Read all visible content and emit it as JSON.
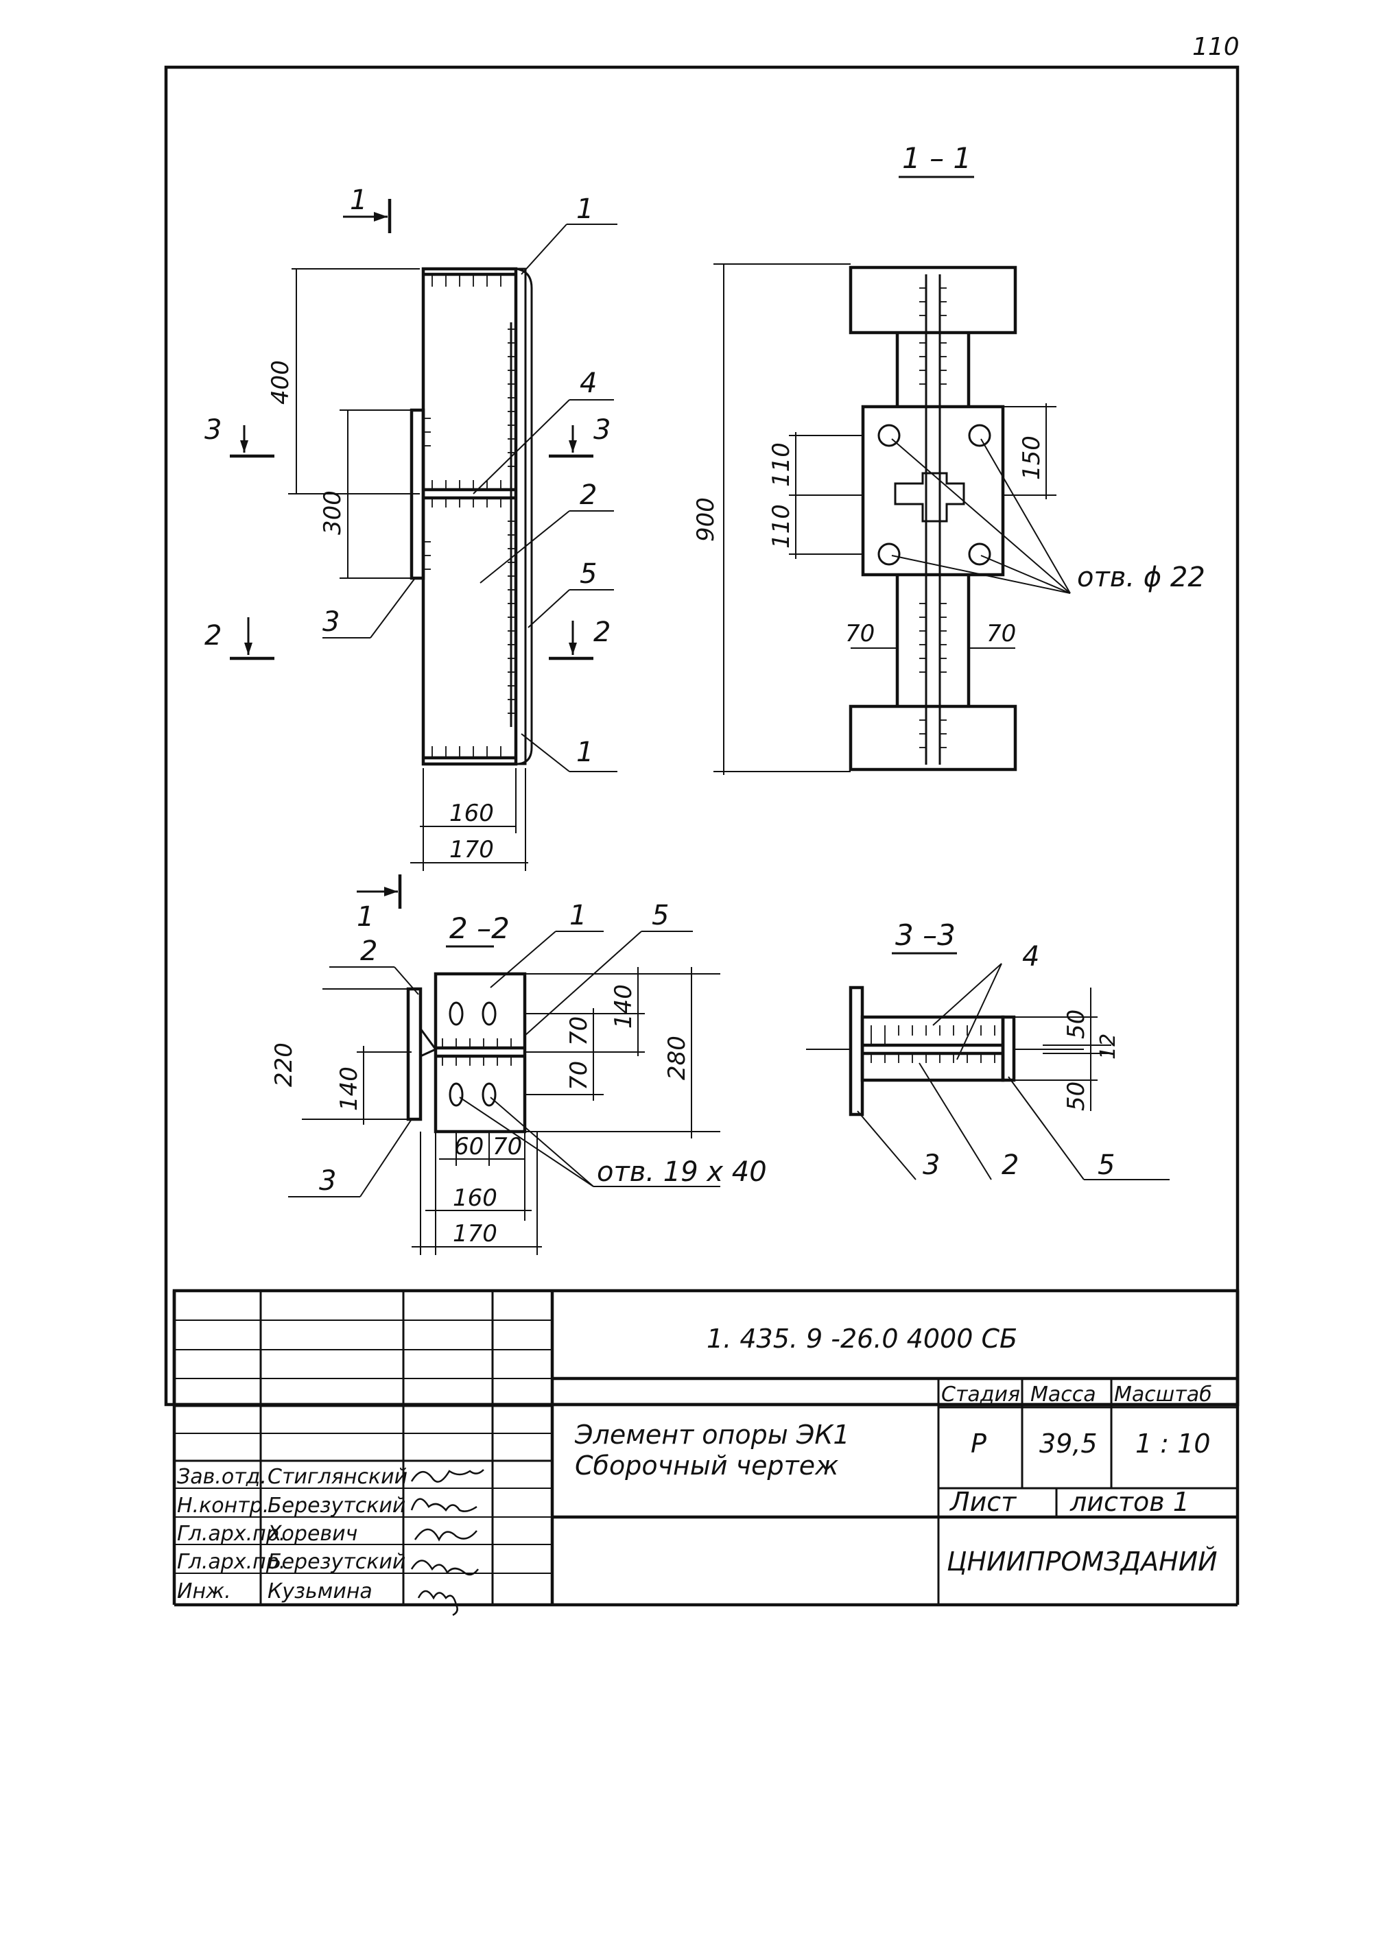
{
  "page_number": "110",
  "sections": {
    "s11": "1 – 1",
    "s22": "2 –2",
    "s33": "3 –3"
  },
  "cut_marks": {
    "one": "1",
    "two": "2",
    "three": "3"
  },
  "part_labels": {
    "p1": "1",
    "p2": "2",
    "p3": "3",
    "p4": "4",
    "p5": "5"
  },
  "dims": {
    "d400": "400",
    "d300": "300",
    "d160": "160",
    "d170": "170",
    "d900": "900",
    "d110": "110",
    "d150": "150",
    "d70": "70",
    "d220": "220",
    "d140": "140",
    "d280": "280",
    "d50": "50",
    "d12": "12",
    "d60": "60"
  },
  "notes": {
    "holes_22": "отв. ϕ 22",
    "holes_19x40": "отв. 19 х 40"
  },
  "title_block": {
    "doc_code": "1. 435. 9 -26.0  4000 СБ",
    "title_line1": "Элемент опоры   ЭК1",
    "title_line2": "Сборочный  чертеж",
    "stage_header": "Стадия",
    "mass_header": "Масса",
    "scale_header": "Масштаб",
    "stage": "Р",
    "mass": "39,5",
    "scale": "1 : 10",
    "sheet_label": "Лист",
    "sheets_label": "листов  1",
    "org": "ЦНИИПРОМЗДАНИЙ",
    "roles": [
      {
        "role": "Зав.отд.",
        "name": "Стиглянский"
      },
      {
        "role": "Н.контр.",
        "name": "Березутский"
      },
      {
        "role": "Гл.арх.пр.",
        "name": "Хоревич"
      },
      {
        "role": "Гл.арх.пр.",
        "name": "Березутский"
      },
      {
        "role": "Инж.",
        "name": "Кузьмина"
      }
    ]
  }
}
